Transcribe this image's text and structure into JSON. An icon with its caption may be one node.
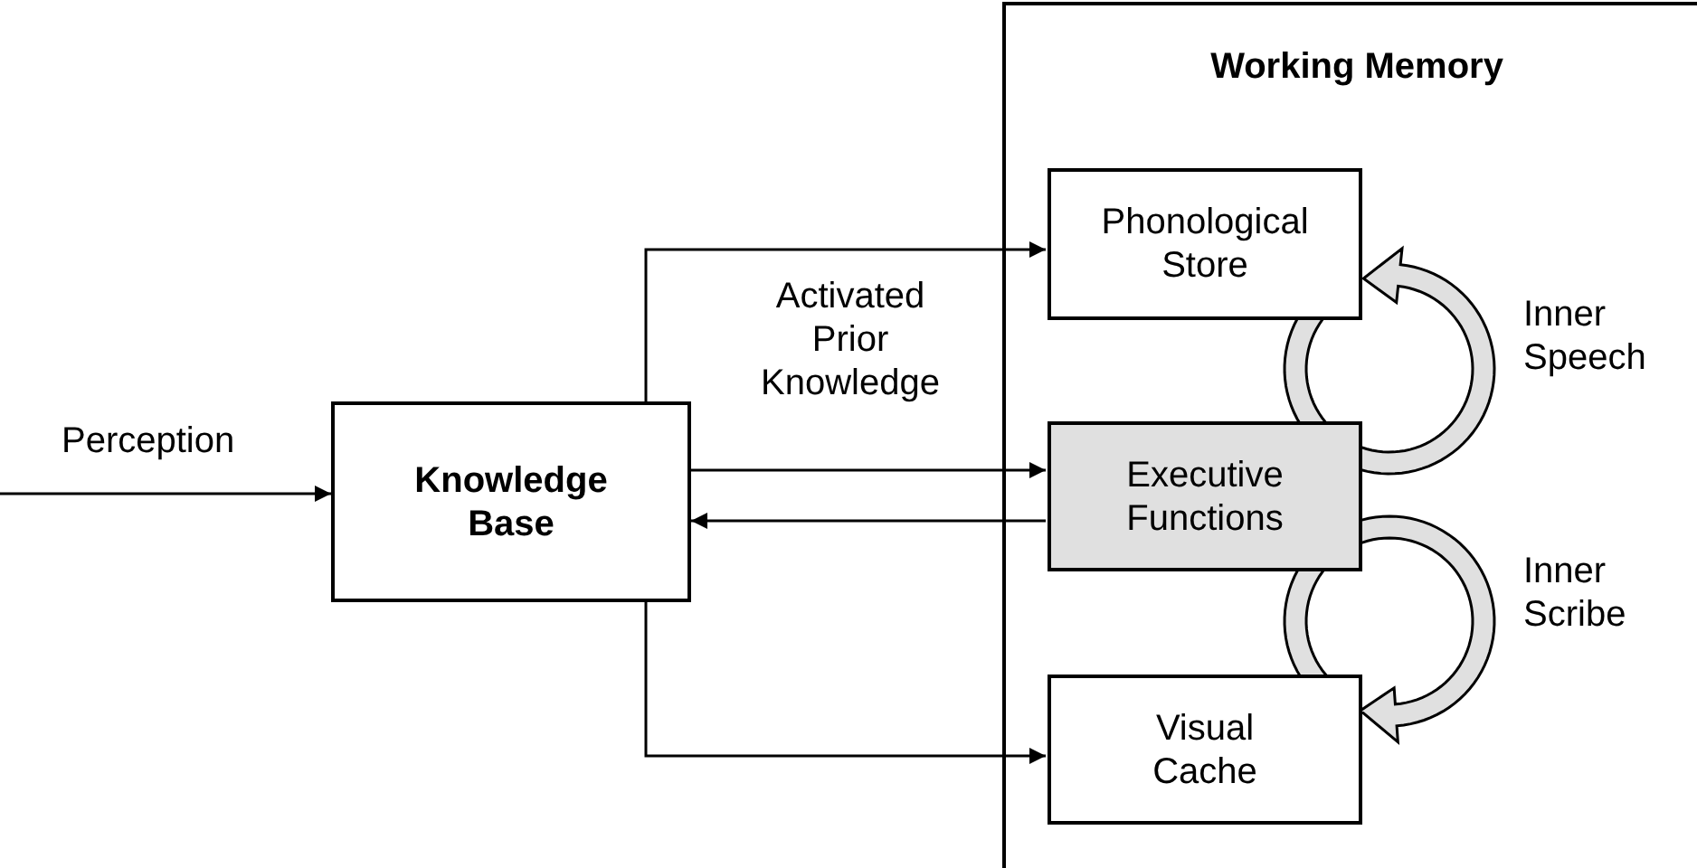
{
  "diagram": {
    "nodes": [
      {
        "text": [
          "Working Memory"
        ]
      },
      {
        "text": [
          "Phonological Store"
        ],
        "in": 0
      },
      {
        "text": [
          "Executive Functions"
        ],
        "in": 0
      },
      {
        "text": [
          "Visual Cache"
        ],
        "in": 0
      },
      {
        "text": [
          "Knowledge Base"
        ]
      }
    ],
    "edges": [
      {
        "from": null,
        "to": 4,
        "arrow": "to",
        "label": "Perception"
      },
      {
        "from": 4,
        "to": 1,
        "arrow": "to",
        "label": "Activated Prior Knowledge"
      },
      {
        "from": 4,
        "to": 2,
        "arrow": "to"
      },
      {
        "from": 2,
        "to": 4,
        "arrow": "to"
      },
      {
        "from": 4,
        "to": 3,
        "arrow": "to"
      },
      {
        "from": 2,
        "to": 1,
        "arrow": "to",
        "style": "thick",
        "label": "Inner Speech"
      },
      {
        "from": 2,
        "to": 3,
        "arrow": "to",
        "style": "thick",
        "label": "Inner Scribe"
      }
    ]
  }
}
